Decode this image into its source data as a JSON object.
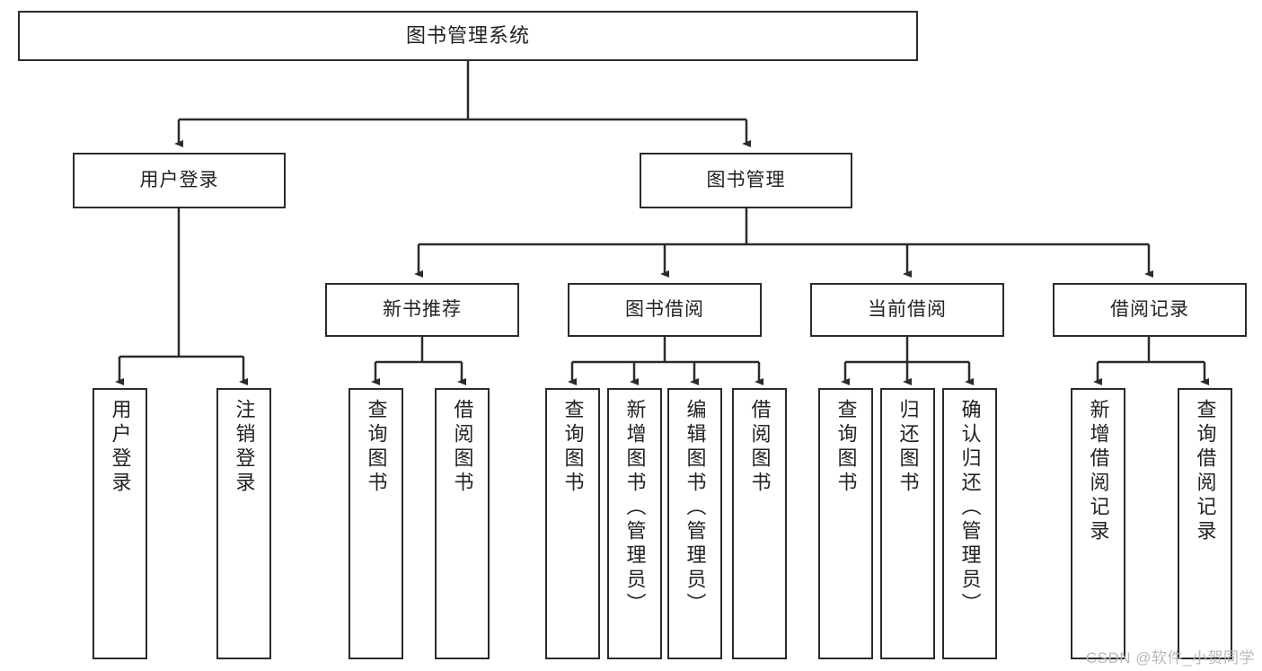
{
  "diagram": {
    "title": "图书管理系统",
    "watermark": "CSDN @软件_小贺同学",
    "line_color": "#2b2b2b",
    "box_fill": "#ffffff",
    "text_color": "#222222",
    "watermark_color": "#b9b9b9",
    "levels": {
      "level1": [
        "图书管理系统"
      ],
      "level2": [
        "用户登录",
        "图书管理"
      ],
      "level3": [
        "新书推荐",
        "图书借阅",
        "当前借阅",
        "借阅记录"
      ],
      "level4": [
        "用户登录",
        "注销登录",
        "查询图书",
        "借阅图书",
        "查询图书",
        "新增图书（管理员）",
        "编辑图书（管理员）",
        "借阅图书",
        "查询图书",
        "归还图书",
        "确认归还（管理员）",
        "新增借阅记录",
        "查询借阅记录"
      ]
    },
    "nodes": {
      "root": {
        "label": "图书管理系统"
      },
      "user_login": {
        "label": "用户登录"
      },
      "book_mgmt": {
        "label": "图书管理"
      },
      "new_book_rec": {
        "label": "新书推荐"
      },
      "book_borrow": {
        "label": "图书借阅"
      },
      "current_borrow": {
        "label": "当前借阅"
      },
      "borrow_record": {
        "label": "借阅记录"
      },
      "leaf_user_login": {
        "label": "用户登录"
      },
      "leaf_logout": {
        "label": "注销登录"
      },
      "leaf_query_book_1": {
        "label": "查询图书"
      },
      "leaf_borrow_book_1": {
        "label": "借阅图书"
      },
      "leaf_query_book_2": {
        "label": "查询图书"
      },
      "leaf_add_book": {
        "label": "新增图书（管理员）"
      },
      "leaf_edit_book": {
        "label": "编辑图书（管理员）"
      },
      "leaf_borrow_book_2": {
        "label": "借阅图书"
      },
      "leaf_query_book_3": {
        "label": "查询图书"
      },
      "leaf_return_book": {
        "label": "归还图书"
      },
      "leaf_confirm_return": {
        "label": "确认归还（管理员）"
      },
      "leaf_add_record": {
        "label": "新增借阅记录"
      },
      "leaf_query_record": {
        "label": "查询借阅记录"
      }
    }
  }
}
